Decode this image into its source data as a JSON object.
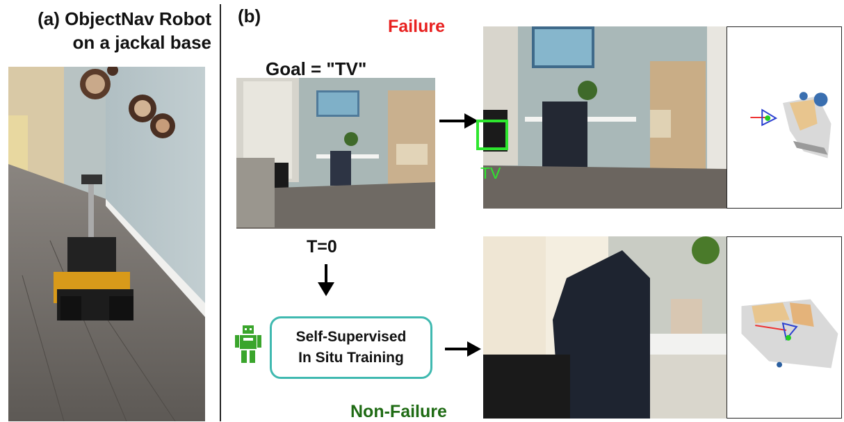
{
  "panel_a": {
    "title_line1": "(a) ObjectNav Robot",
    "title_line2": "on a jackal base"
  },
  "panel_b": {
    "label": "(b)",
    "goal_text": "Goal = \"TV\"",
    "time_label": "T=0",
    "training_line1": "Self-Supervised",
    "training_line2": "In Situ Training",
    "failure_label": "Failure",
    "non_failure_label": "Non-Failure",
    "detection_label": "TV"
  },
  "colors": {
    "failure": "#e8201f",
    "non_failure": "#1f6b14",
    "detection_box": "#2ee62e",
    "training_border": "#3fb9b0",
    "robot_icon": "#3aa52c"
  },
  "icons": [
    "robot-icon",
    "arrow-right-icon",
    "arrow-down-icon"
  ]
}
